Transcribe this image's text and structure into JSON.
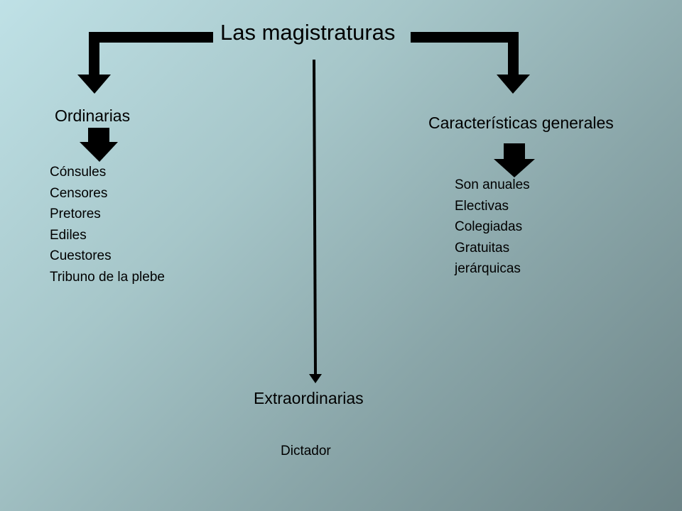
{
  "title": "Las magistraturas",
  "branches": {
    "ordinarias": {
      "label": "Ordinarias",
      "items": [
        "Cónsules",
        "Censores",
        "Pretores",
        "Ediles",
        "Cuestores",
        "Tribuno de la plebe"
      ]
    },
    "caracteristicas": {
      "label": "Características generales",
      "items": [
        "Son anuales",
        "Electivas",
        "Colegiadas",
        "Gratuitas",
        "jerárquicas"
      ]
    },
    "extraordinarias": {
      "label": "Extraordinarias",
      "items": [
        "Dictador"
      ]
    }
  },
  "colors": {
    "arrow": "#000000",
    "text": "#000000"
  }
}
